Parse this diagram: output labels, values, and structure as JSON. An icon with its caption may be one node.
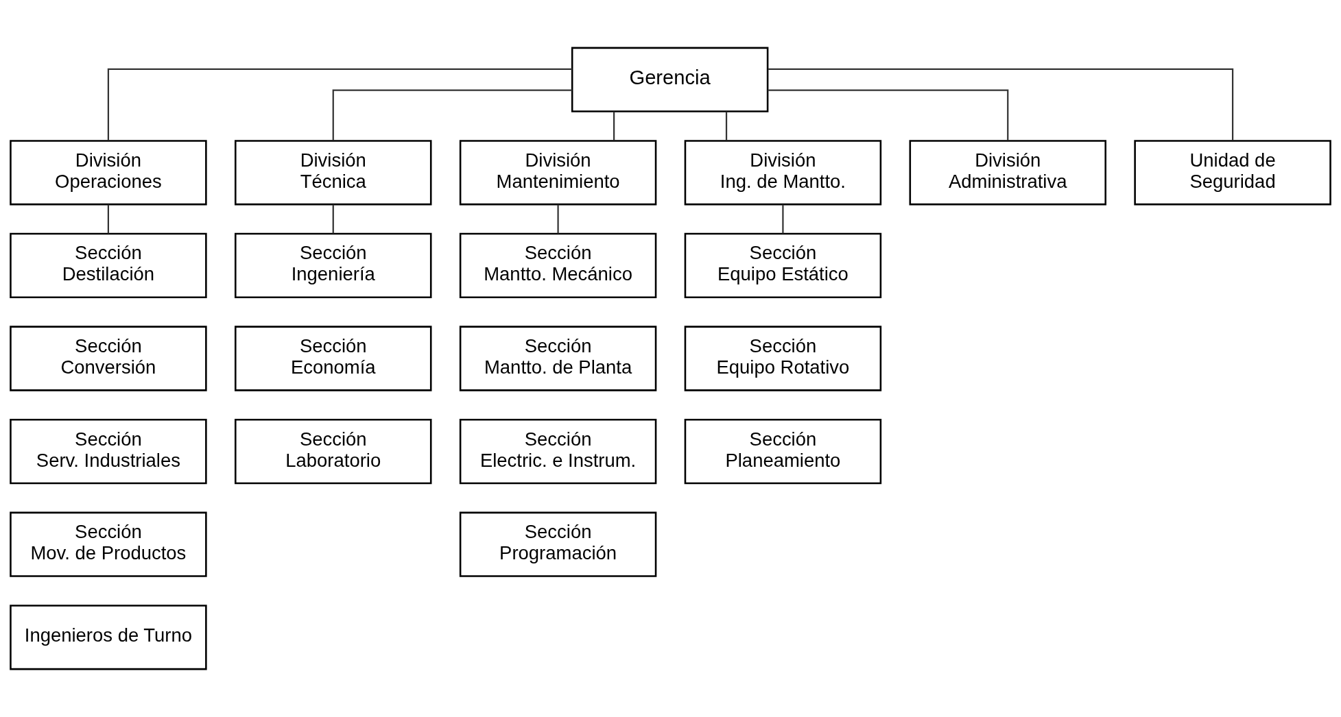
{
  "diagram": {
    "nodes": [
      {
        "text": [
          "Gerencia"
        ]
      },
      {
        "text": [
          "División",
          "Operaciones"
        ]
      },
      {
        "text": [
          "División",
          "Técnica"
        ]
      },
      {
        "text": [
          "División",
          "Mantenimiento"
        ]
      },
      {
        "text": [
          "División",
          "Ing. de Mantto."
        ]
      },
      {
        "text": [
          "División",
          "Administrativa"
        ]
      },
      {
        "text": [
          "Unidad de",
          "Seguridad"
        ]
      },
      {
        "text": [
          "Sección",
          "Destilación"
        ]
      },
      {
        "text": [
          "Sección",
          "Conversión"
        ]
      },
      {
        "text": [
          "Sección",
          "Serv. Industriales"
        ]
      },
      {
        "text": [
          "Sección",
          "Mov. de Productos"
        ]
      },
      {
        "text": [
          "Ingenieros de Turno"
        ]
      },
      {
        "text": [
          "Sección",
          "Ingeniería"
        ]
      },
      {
        "text": [
          "Sección",
          "Economía"
        ]
      },
      {
        "text": [
          "Sección",
          "Laboratorio"
        ]
      },
      {
        "text": [
          "Sección",
          "Mantto. Mecánico"
        ]
      },
      {
        "text": [
          "Sección",
          "Mantto. de Planta"
        ]
      },
      {
        "text": [
          "Sección",
          "Electric. e Instrum."
        ]
      },
      {
        "text": [
          "Sección",
          "Programación"
        ]
      },
      {
        "text": [
          "Sección",
          "Equipo Estático"
        ]
      },
      {
        "text": [
          "Sección",
          "Equipo Rotativo"
        ]
      },
      {
        "text": [
          "Sección",
          "Planeamiento"
        ]
      }
    ],
    "edges": [
      {
        "from": 0,
        "to": 1,
        "arrow": "none"
      },
      {
        "from": 0,
        "to": 2,
        "arrow": "none"
      },
      {
        "from": 0,
        "to": 3,
        "arrow": "none"
      },
      {
        "from": 0,
        "to": 4,
        "arrow": "none"
      },
      {
        "from": 0,
        "to": 5,
        "arrow": "none"
      },
      {
        "from": 0,
        "to": 6,
        "arrow": "none"
      },
      {
        "from": 1,
        "to": 7,
        "arrow": "none"
      },
      {
        "from": 2,
        "to": 12,
        "arrow": "none"
      },
      {
        "from": 3,
        "to": 15,
        "arrow": "none"
      },
      {
        "from": 4,
        "to": 19,
        "arrow": "none"
      }
    ]
  }
}
